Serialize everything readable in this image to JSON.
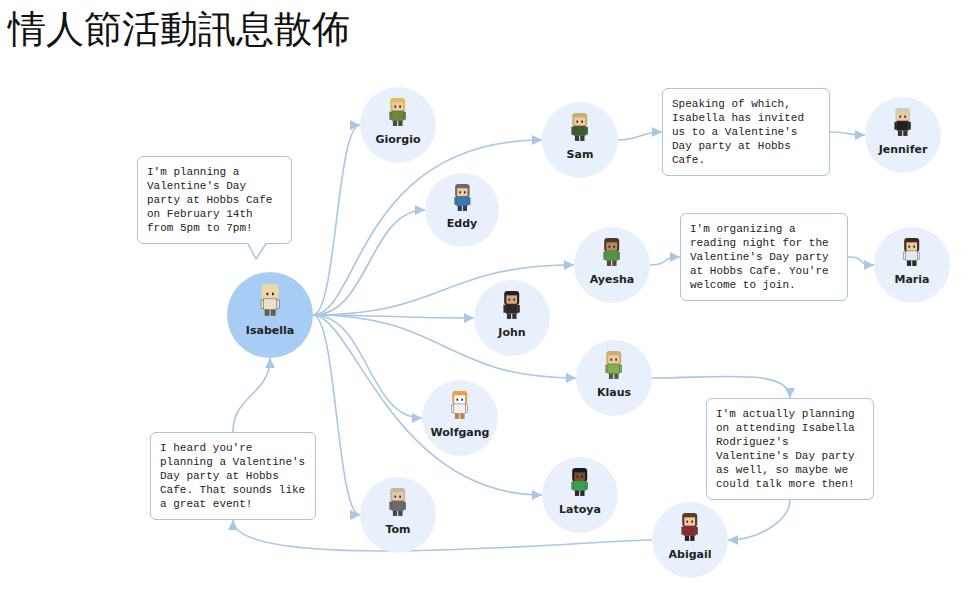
{
  "diagram": {
    "title": "情人節活動訊息散佈",
    "nodes": [
      {
        "text": [
          "I'm planning a Valentine's Day party at Hobbs Cafe on February 14th from 5pm to 7pm!"
        ]
      },
      {
        "text": [
          "Isabella"
        ]
      },
      {
        "text": [
          "Giorgio"
        ]
      },
      {
        "text": [
          "Sam"
        ]
      },
      {
        "text": [
          "Speaking of which, Isabella has invited us to a Valentine's Day party at Hobbs Cafe."
        ]
      },
      {
        "text": [
          "Jennifer"
        ]
      },
      {
        "text": [
          "Eddy"
        ]
      },
      {
        "text": [
          "Ayesha"
        ]
      },
      {
        "text": [
          "I'm organizing a reading night for the Valentine's Day party at Hobbs Cafe. You're welcome to join."
        ]
      },
      {
        "text": [
          "Maria"
        ]
      },
      {
        "text": [
          "John"
        ]
      },
      {
        "text": [
          "Klaus"
        ]
      },
      {
        "text": [
          "I'm actually planning on attending Isabella Rodriguez's Valentine's Day party as well, so maybe we could talk more then!"
        ]
      },
      {
        "text": [
          "Wolfgang"
        ]
      },
      {
        "text": [
          "Latoya"
        ]
      },
      {
        "text": [
          "Abigail"
        ]
      },
      {
        "text": [
          "Tom"
        ]
      },
      {
        "text": [
          "I heard you're planning a Valentine's Day party at Hobbs Cafe. That sounds like a great event!"
        ]
      }
    ],
    "edges": [
      {
        "from": 1,
        "to": 2,
        "arrow": "to"
      },
      {
        "from": 1,
        "to": 3,
        "arrow": "to"
      },
      {
        "from": 1,
        "to": 6,
        "arrow": "to"
      },
      {
        "from": 1,
        "to": 7,
        "arrow": "to"
      },
      {
        "from": 1,
        "to": 10,
        "arrow": "to"
      },
      {
        "from": 1,
        "to": 11,
        "arrow": "to"
      },
      {
        "from": 1,
        "to": 13,
        "arrow": "to"
      },
      {
        "from": 1,
        "to": 14,
        "arrow": "to"
      },
      {
        "from": 1,
        "to": 16,
        "arrow": "to"
      },
      {
        "from": 3,
        "to": 4,
        "arrow": "to"
      },
      {
        "from": 4,
        "to": 5,
        "arrow": "to"
      },
      {
        "from": 7,
        "to": 8,
        "arrow": "to"
      },
      {
        "from": 8,
        "to": 9,
        "arrow": "to"
      },
      {
        "from": 11,
        "to": 12,
        "arrow": "to"
      },
      {
        "from": 12,
        "to": 15,
        "arrow": "to"
      },
      {
        "from": 15,
        "to": 17,
        "arrow": "to"
      },
      {
        "from": 17,
        "to": 1,
        "arrow": "to"
      }
    ]
  }
}
